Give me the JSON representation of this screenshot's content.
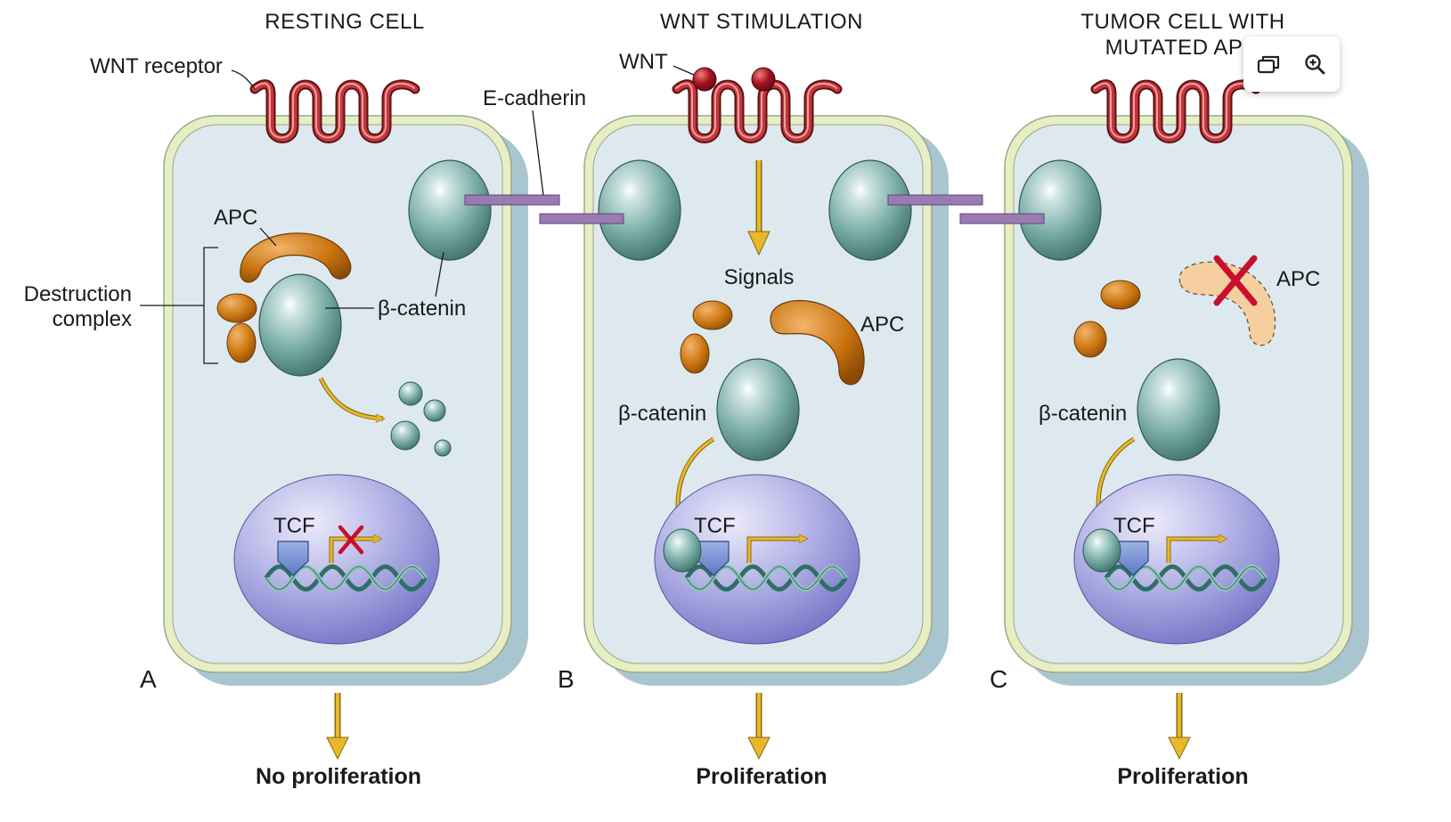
{
  "panels": [
    {
      "letter": "A",
      "title_lines": [
        "RESTING CELL"
      ],
      "outcome": "No proliferation"
    },
    {
      "letter": "B",
      "title_lines": [
        "WNT STIMULATION"
      ],
      "outcome": "Proliferation"
    },
    {
      "letter": "C",
      "title_lines": [
        "TUMOR CELL WITH",
        "MUTATED AP"
      ],
      "outcome": "Proliferation"
    }
  ],
  "labels": {
    "wnt_receptor": "WNT receptor",
    "e_cadherin": "E-cadherin",
    "wnt": "WNT",
    "apc": "APC",
    "destruction_line1": "Destruction",
    "destruction_line2": "complex",
    "beta_catenin": "β-catenin",
    "signals": "Signals",
    "tcf": "TCF"
  },
  "toolbar": {
    "gallery_icon": "gallery-icon",
    "zoom_icon": "zoom-in-icon"
  },
  "colors": {
    "cytoplasm": "#dde9ee",
    "membrane": "#e8eec4",
    "cell_shadow": "#a9c6d0",
    "receptor": "#b02a2e",
    "apc": "#c7720f",
    "beta_catenin": "#6fa39d",
    "nucleus": "#8f8fd6",
    "e_cadherin": "#9b7bb3",
    "arrow": "#e8b82a",
    "block_x": "#c8102e"
  }
}
